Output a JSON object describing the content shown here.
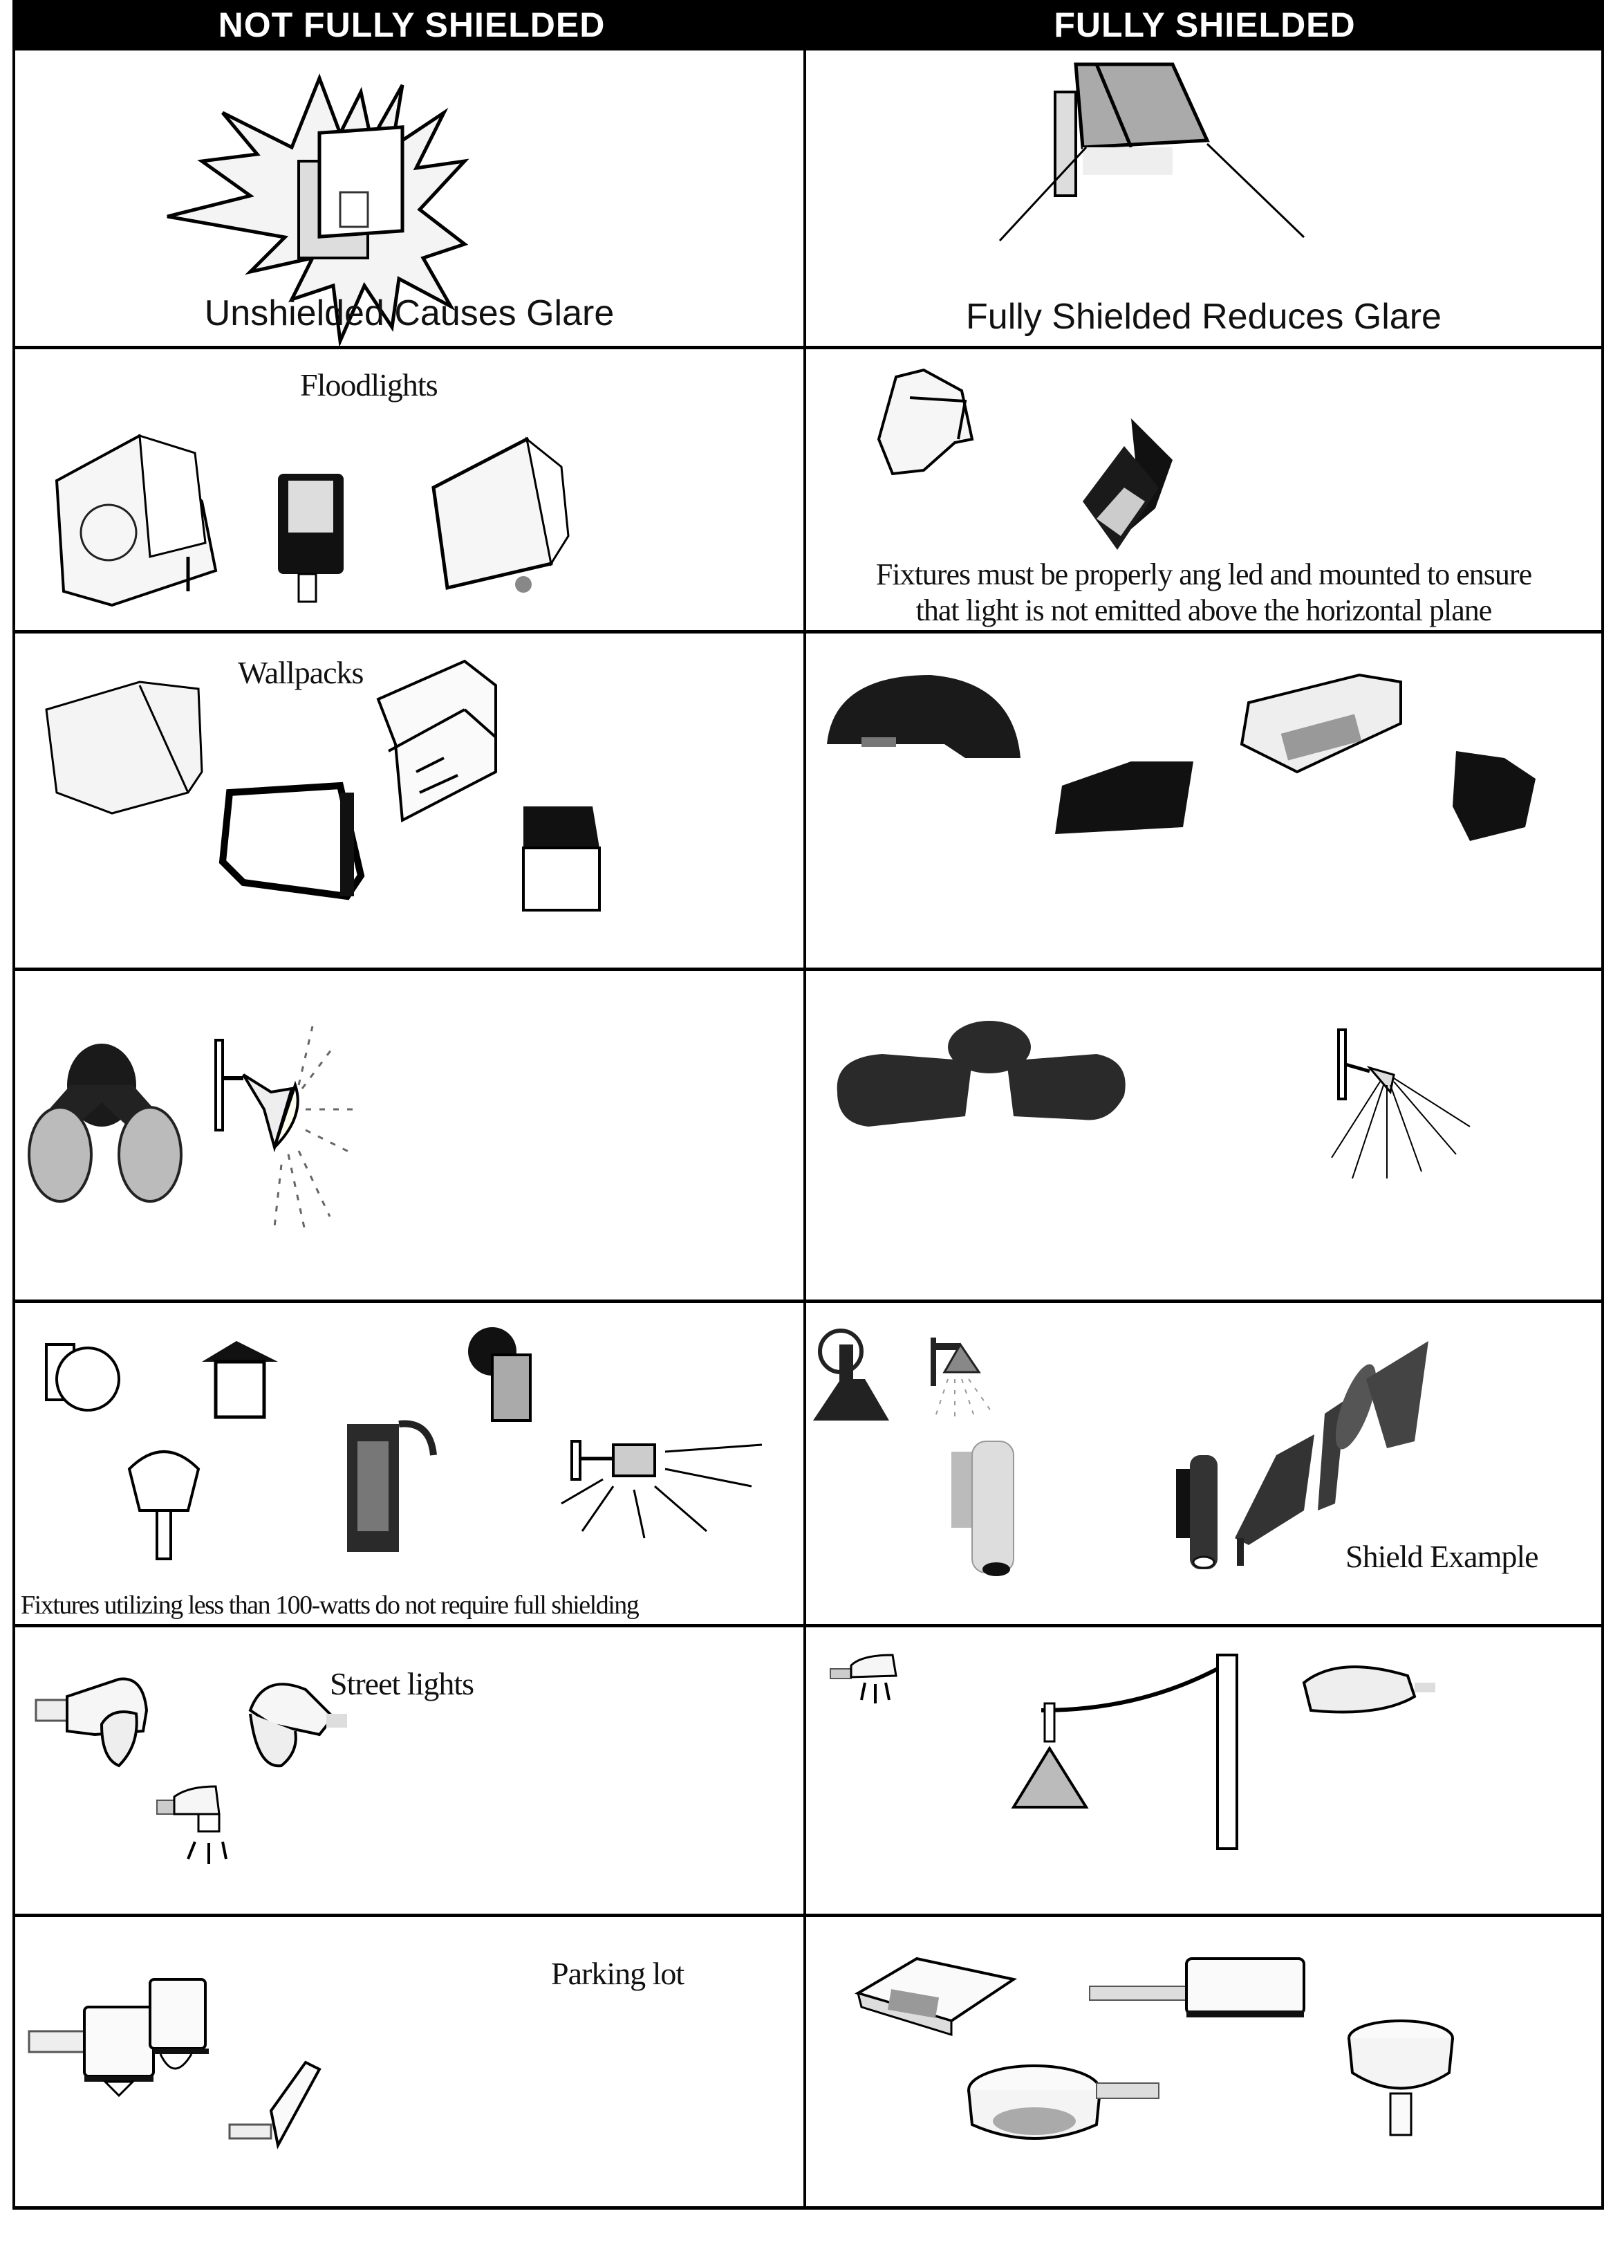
{
  "header": {
    "left": "NOT FULLY SHIELDED",
    "right": "FULLY SHIELDED"
  },
  "rows": [
    {
      "left": {
        "caption": "Unshielded  Causes Glare",
        "icons": [
          "starburst-glare-icon",
          "wallpack-fixture-icon"
        ]
      },
      "right": {
        "caption": "Fully Shielded Reduces Glare",
        "icons": [
          "shielded-wallpack-icon",
          "light-cone-icon"
        ]
      }
    },
    {
      "left": {
        "label": "Floodlights",
        "icons": [
          "floodlight-icon",
          "floodlight-icon",
          "floodlight-icon"
        ]
      },
      "right": {
        "note_line1": "Fixtures must be properly ang led and mounted to ensure",
        "note_line2": "that light is not emitted above the horizontal plane",
        "icons": [
          "shielded-floodlight-icon",
          "shielded-floodlight-icon"
        ]
      }
    },
    {
      "left": {
        "label": "Wallpacks",
        "icons": [
          "wallpack-icon",
          "wallpack-icon",
          "wallpack-icon",
          "wallpack-icon"
        ]
      },
      "right": {
        "icons": [
          "shielded-wallpack-icon",
          "shielded-wallpack-icon",
          "shielded-wallpack-icon",
          "shielded-wallpack-icon"
        ]
      }
    },
    {
      "left": {
        "icons": [
          "twin-spotlight-icon",
          "angled-spotlight-icon"
        ]
      },
      "right": {
        "icons": [
          "shielded-twin-spotlight-icon",
          "downward-spotlight-icon"
        ]
      }
    },
    {
      "left": {
        "note": "Fixtures utilizing less than 100-watts do not require full shielding",
        "icons": [
          "globe-light-icon",
          "lantern-icon",
          "jar-light-icon",
          "coach-lamp-icon",
          "lantern-icon",
          "wall-light-icon"
        ]
      },
      "right": {
        "label": "Shield Example",
        "icons": [
          "barn-light-icon",
          "downlight-icon",
          "cylinder-light-icon",
          "cylinder-light-icon",
          "shield-parts-icon"
        ]
      }
    },
    {
      "left": {
        "label": "Street lights",
        "icons": [
          "cobra-head-icon",
          "cobra-head-icon",
          "cobra-head-icon"
        ]
      },
      "right": {
        "icons": [
          "shielded-street-light-icon",
          "pole-pendant-light-icon",
          "shoebox-street-light-icon"
        ]
      }
    },
    {
      "left": {
        "label": "Parking lot",
        "icons": [
          "shoebox-light-icon",
          "shoebox-light-icon",
          "tilted-shoebox-icon"
        ]
      },
      "right": {
        "icons": [
          "shoebox-light-icon",
          "shoebox-light-icon",
          "round-area-light-icon",
          "round-area-light-icon"
        ]
      }
    }
  ]
}
